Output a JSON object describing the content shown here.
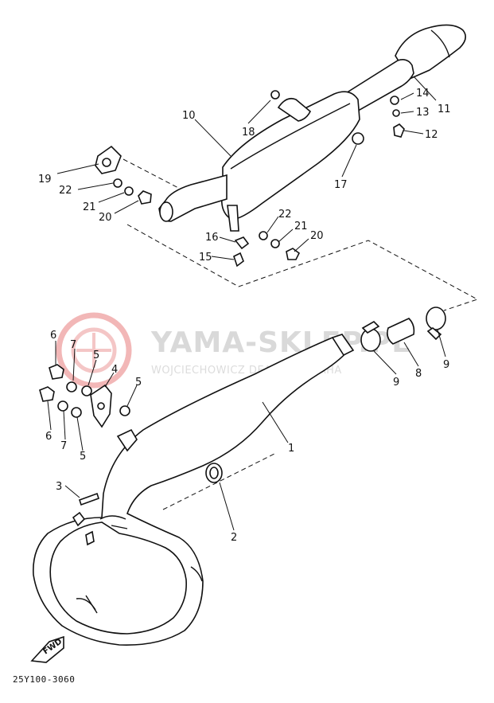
{
  "diagram": {
    "drawing_code": "25Y100-3060",
    "watermark": {
      "brand": "YAMA-SKLEP.PL",
      "subtitle": "WOJCIECHOWICZ DEALER YAMAHA"
    },
    "fwd_label": "FWD",
    "callouts": [
      {
        "id": "c10",
        "text": "10"
      },
      {
        "id": "c18",
        "text": "18"
      },
      {
        "id": "c14",
        "text": "14"
      },
      {
        "id": "c13",
        "text": "13"
      },
      {
        "id": "c12",
        "text": "12"
      },
      {
        "id": "c11",
        "text": "11"
      },
      {
        "id": "c17",
        "text": "17"
      },
      {
        "id": "c19",
        "text": "19"
      },
      {
        "id": "c22a",
        "text": "22"
      },
      {
        "id": "c21a",
        "text": "21"
      },
      {
        "id": "c20a",
        "text": "20"
      },
      {
        "id": "c22b",
        "text": "22"
      },
      {
        "id": "c21b",
        "text": "21"
      },
      {
        "id": "c20b",
        "text": "20"
      },
      {
        "id": "c16",
        "text": "16"
      },
      {
        "id": "c15",
        "text": "15"
      },
      {
        "id": "c6a",
        "text": "6"
      },
      {
        "id": "c7a",
        "text": "7"
      },
      {
        "id": "c5a",
        "text": "5"
      },
      {
        "id": "c4",
        "text": "4"
      },
      {
        "id": "c5b",
        "text": "5"
      },
      {
        "id": "c6b",
        "text": "6"
      },
      {
        "id": "c7b",
        "text": "7"
      },
      {
        "id": "c5c",
        "text": "5"
      },
      {
        "id": "c1",
        "text": "1"
      },
      {
        "id": "c9a",
        "text": "9"
      },
      {
        "id": "c8",
        "text": "8"
      },
      {
        "id": "c9b",
        "text": "9"
      },
      {
        "id": "c3",
        "text": "3"
      },
      {
        "id": "c2",
        "text": "2"
      }
    ]
  }
}
